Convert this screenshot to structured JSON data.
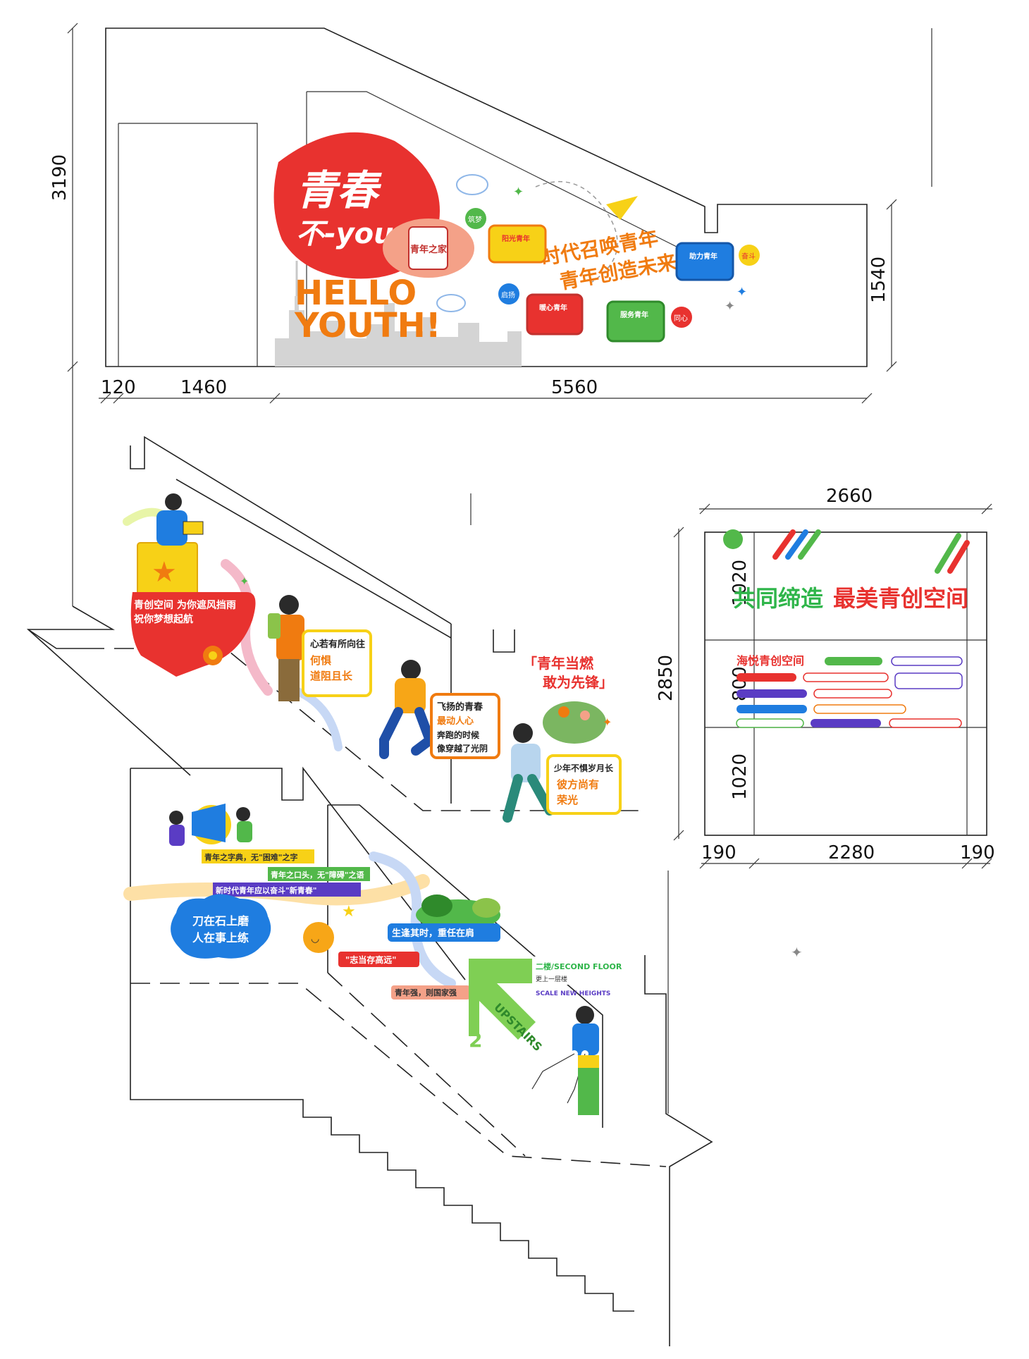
{
  "dimensions": {
    "top_height": "3190",
    "top_right_height": "1540",
    "top_w1": "120",
    "top_w2": "1460",
    "top_w3": "5560",
    "right_width": "2660",
    "right_height": "2850",
    "right_h1": "1020",
    "right_h2": "800",
    "right_h3": "1020",
    "right_w1": "190",
    "right_w2": "2280",
    "right_w3": "190"
  },
  "top_wall": {
    "qingchun_title": "青春",
    "buyoung_title": "不-young",
    "home_badge": "青年之家",
    "hello_line1": "HELLO",
    "hello_line2": "YOUTH!",
    "slogan_line1": "时代召唤青年",
    "slogan_line2": "青年创造未来",
    "bubble_youth_sun": "阳光青年",
    "bubble_youth_care": "暖心青年",
    "bubble_youth_service": "服务青年",
    "bubble_youth_help": "助力青年",
    "tag_dream": "筑梦",
    "tag_fly": "启扬",
    "tag_strive": "奋斗",
    "tag_together": "同心"
  },
  "stair_middle": {
    "bubble1_line1": "青创空间 为你遮风挡雨",
    "bubble1_line2": "祝你梦想起航",
    "bubble2_line1": "心若有所向往",
    "bubble2_line2": "何惧",
    "bubble2_line3": "道阻且长",
    "bubble3_line1": "飞扬的青春",
    "bubble3_line2": "最动人心",
    "bubble3_line3": "奔跑的时候",
    "bubble3_line4": "像穿越了光阴",
    "quote_line1": "「青年当燃",
    "quote_line2": "敢为先锋」",
    "bubble4_line1": "少年不惧岁月长",
    "bubble4_line2": "彼方尚有",
    "bubble4_line3": "荣光"
  },
  "stair_lower": {
    "banner1": "青年之字典，无\"困难\"之字",
    "banner2": "青年之口头，无\"障碍\"之语",
    "banner3": "新时代青年应以奋斗\"新青春\"",
    "cloud_line1": "刀在石上磨",
    "cloud_line2": "人在事上练",
    "banner4": "生逢其时，重任在肩",
    "banner5": "\"志当存高远\"",
    "banner6": "青年强，则国家强",
    "floor_label": "二楼/SECOND FLOOR",
    "floor_sub1": "更上一层楼",
    "floor_sub2": "SCALE NEW HEIGHTS",
    "upstairs": "UPSTAIRS",
    "floor_num": "2"
  },
  "right_wall": {
    "title_green": "共同缔造",
    "title_red": "最美青创空间",
    "info_title": "海悦青创空间"
  },
  "colors": {
    "red": "#e8322f",
    "orange": "#f07b10",
    "yellow": "#f7d117",
    "green": "#52b84a",
    "blue": "#1f7de0",
    "purple": "#5a3cc4",
    "gray": "#d5d5d5"
  }
}
